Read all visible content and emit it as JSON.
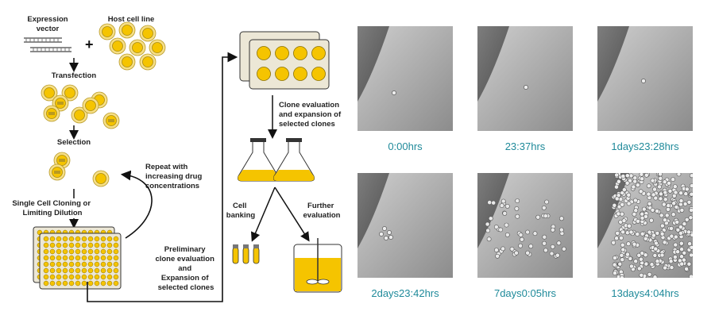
{
  "diagram": {
    "expression_vector": "Expression vector",
    "host_cell_line": "Host cell line",
    "plus": "+",
    "transfection": "Transfection",
    "selection": "Selection",
    "repeat_note_1": "Repeat with",
    "repeat_note_2": "increasing drug",
    "repeat_note_3": "concentrations",
    "single_cell_1": "Single Cell Cloning or",
    "single_cell_2": "Limiting Dilution",
    "prelim_1": "Preliminary",
    "prelim_2": "clone evaluation",
    "prelim_3": "and",
    "prelim_4": "Expansion of",
    "prelim_5": "selected clones",
    "clone_eval_1": "Clone evaluation",
    "clone_eval_2": "and expansion of",
    "clone_eval_3": "selected clones",
    "cell_banking_1": "Cell",
    "cell_banking_2": "banking",
    "further_eval_1": "Further",
    "further_eval_2": "evaluation"
  },
  "timelapse": [
    {
      "caption": "0:00hrs"
    },
    {
      "caption": "23:37hrs"
    },
    {
      "caption": "1days23:28hrs"
    },
    {
      "caption": "2days23:42hrs"
    },
    {
      "caption": "7days0:05hrs"
    },
    {
      "caption": "13days4:04hrs"
    }
  ],
  "colors": {
    "cell_fill": "#f5c400",
    "cell_ring": "#f6df86",
    "caption": "#1f8a9a"
  }
}
